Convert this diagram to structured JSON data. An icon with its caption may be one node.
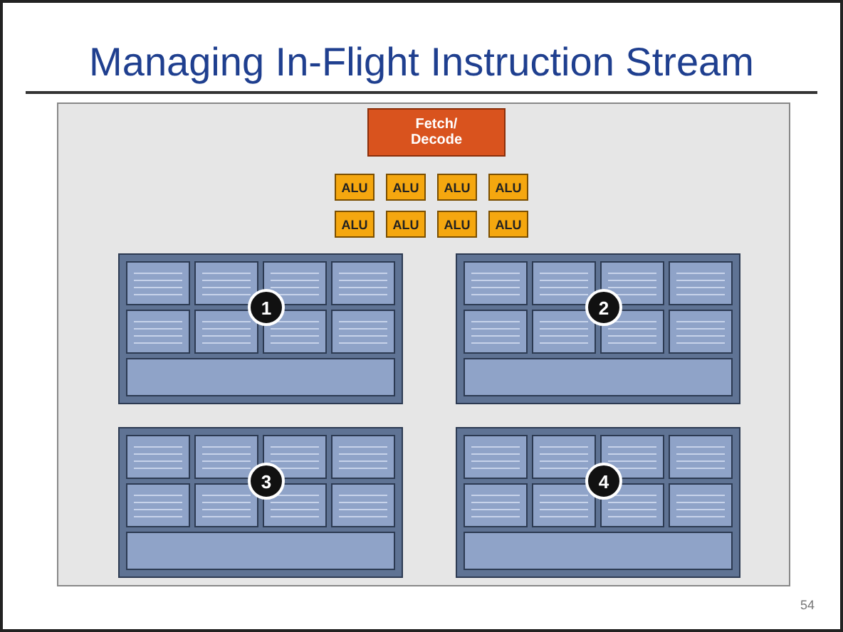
{
  "diagram": {
    "title": "Managing In-Flight Instruction Stream",
    "nodes": [
      {
        "text": [
          "Fetch/ Decode"
        ]
      },
      {
        "text": [
          "ALU"
        ]
      },
      {
        "text": [
          "ALU"
        ]
      },
      {
        "text": [
          "ALU"
        ]
      },
      {
        "text": [
          "ALU"
        ]
      },
      {
        "text": [
          "ALU"
        ]
      },
      {
        "text": [
          "ALU"
        ]
      },
      {
        "text": [
          "ALU"
        ]
      },
      {
        "text": [
          "ALU"
        ]
      },
      {
        "text": [],
        "shape": "box"
      },
      {
        "text": [
          "1"
        ],
        "in": 9
      },
      {
        "text": [],
        "shape": "box"
      },
      {
        "text": [
          "2"
        ],
        "in": 11
      },
      {
        "text": [],
        "shape": "box"
      },
      {
        "text": [
          "3"
        ],
        "in": 13
      },
      {
        "text": [],
        "shape": "box"
      },
      {
        "text": [
          "4"
        ],
        "in": 15
      }
    ],
    "edges": [],
    "labels": [
      "54"
    ]
  }
}
